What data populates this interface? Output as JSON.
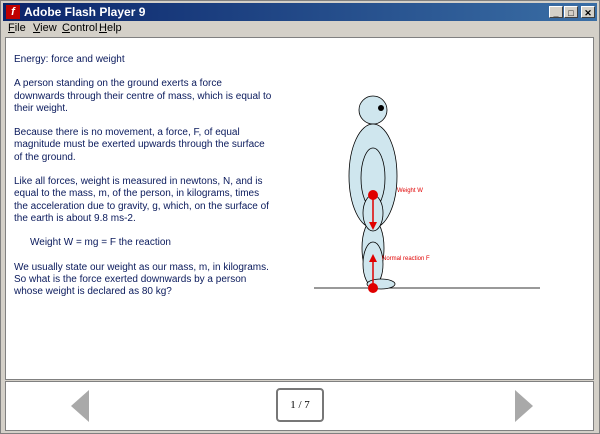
{
  "window": {
    "title": "Adobe Flash Player 9",
    "icon_letter": "f"
  },
  "title_buttons": {
    "minimize": "_",
    "maximize": "□",
    "close": "✕"
  },
  "menu": [
    "File",
    "View",
    "Control",
    "Help"
  ],
  "slide": {
    "heading": "Energy: force and weight",
    "p1": "A person standing on the ground exerts a force downwards through their centre of mass, which is equal to their weight.",
    "p2": "Because there is no movement, a force, F, of equal magnitude must be exerted upwards through the surface of the ground.",
    "p3": "Like all forces, weight is measured in newtons, N, and is equal to the mass, m, of the person, in kilograms, times the acceleration due to gravity, g, which, on the surface of the earth is about 9.8 ms-2.",
    "formula": "Weight  W = mg = F  the reaction",
    "p4": "We usually state our weight as our mass, m, in kilograms. So what is the force exerted downwards by a person whose weight is declared as 80 kg?"
  },
  "figure": {
    "weight_label": "Weight W",
    "reaction_label": "Normal reaction F",
    "body_color": "#cfe6ee",
    "force_color": "#e00000"
  },
  "nav": {
    "page_indicator": "1 / 7"
  }
}
